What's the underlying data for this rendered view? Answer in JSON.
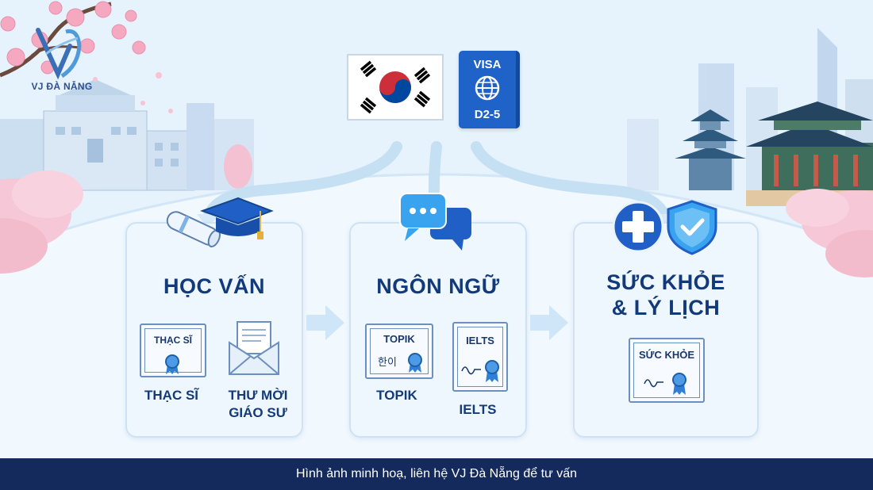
{
  "brand": {
    "logo_text": "VJ ĐÀ NẴNG"
  },
  "top": {
    "visa_label": "VISA",
    "visa_code": "D2-5"
  },
  "cards": [
    {
      "title_lines": [
        "HỌC VẤN"
      ],
      "items": [
        {
          "doc_title": "THẠC SĨ",
          "label_lines": [
            "THẠC SĨ"
          ]
        },
        {
          "label_lines": [
            "THƯ MỜI",
            "GIÁO SƯ"
          ]
        }
      ]
    },
    {
      "title_lines": [
        "NGÔN NGỮ"
      ],
      "items": [
        {
          "doc_title": "TOPIK",
          "doc_sub": "한이",
          "label_lines": [
            "TOPIK"
          ]
        },
        {
          "doc_title": "IELTS",
          "label_lines": [
            "IELTS"
          ]
        }
      ]
    },
    {
      "title_lines": [
        "SỨC KHỎE",
        "& LÝ LỊCH"
      ],
      "items": [
        {
          "doc_title": "SỨC KHỎE"
        }
      ]
    }
  ],
  "footer": {
    "note": "Hình ảnh minh hoạ, liên hệ VJ Đà Nẵng để tư vấn"
  },
  "colors": {
    "navy": "#142a5c",
    "accent": "#2f7fd8",
    "card_border": "#cfe2f3"
  }
}
